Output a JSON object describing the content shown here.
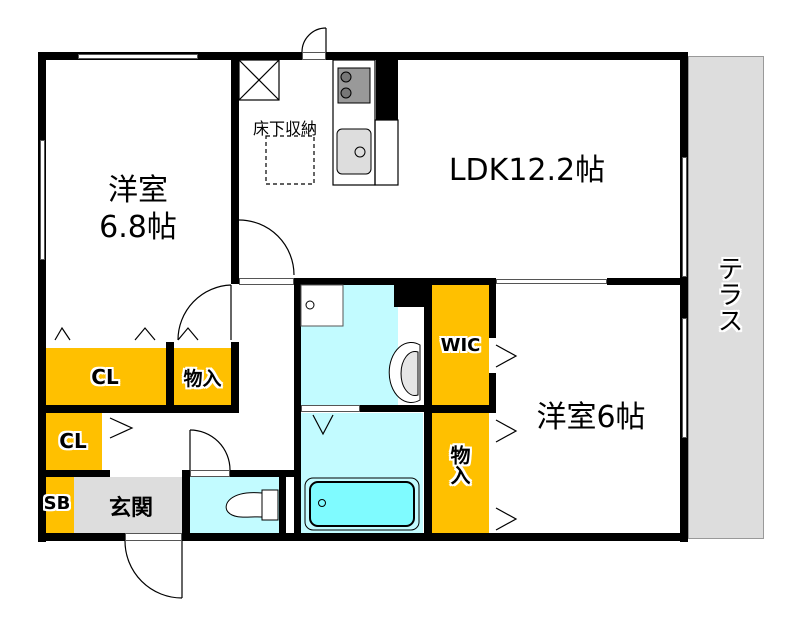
{
  "floorplan": {
    "rooms": {
      "western_room_1": {
        "name": "洋室",
        "size": "6.8帖"
      },
      "ldk": {
        "label": "LDK12.2帖"
      },
      "western_room_2": {
        "label": "洋室6帖"
      },
      "terrace": {
        "label": "テラス"
      },
      "underfloor_storage": {
        "label": "床下収納"
      },
      "closet_1": {
        "label": "CL"
      },
      "closet_2": {
        "label": "CL"
      },
      "storage_1": {
        "label": "物入"
      },
      "storage_2": {
        "label": "物入"
      },
      "walk_in_closet": {
        "label": "WIC"
      },
      "shoe_box": {
        "label": "SB"
      },
      "entrance": {
        "label": "玄関"
      }
    },
    "colors": {
      "storage": "#FFC000",
      "wet_area": "#C2FBFF",
      "bathtub": "#7FFBFF",
      "terrace": "#DDDDDD",
      "entrance": "#DDDDDD",
      "wall": "#000000"
    }
  }
}
